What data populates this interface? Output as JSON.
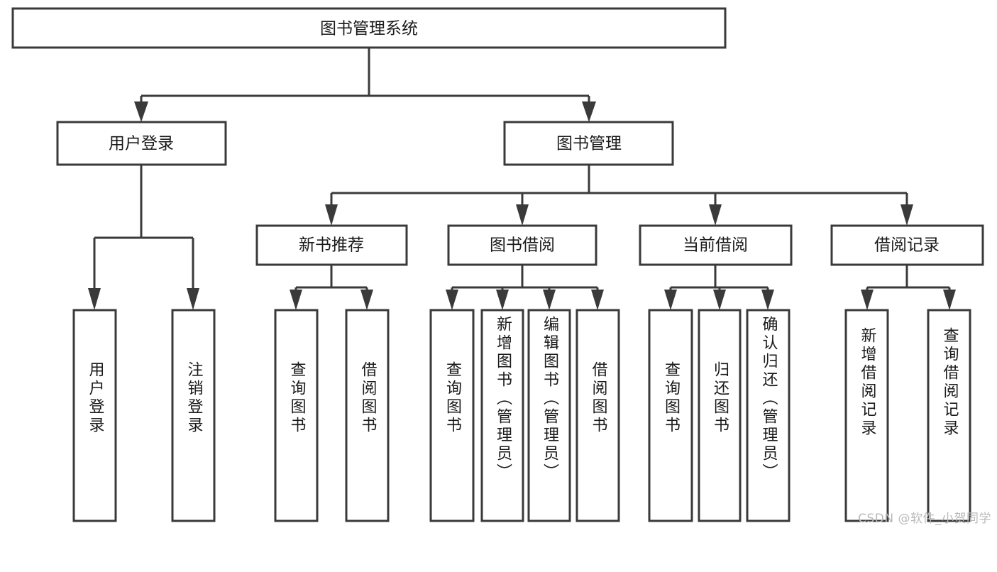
{
  "diagram": {
    "type": "tree",
    "title": "图书管理系统",
    "watermark": "CSDN @软件_小贺同学",
    "colors": {
      "box_fill": "#ffffff",
      "box_stroke": "#3a3a3a",
      "text": "#1a1a1a",
      "watermark": "#b9b9b9",
      "background": "#ffffff"
    },
    "root": {
      "label": "图书管理系统"
    },
    "level2": [
      {
        "label": "用户登录"
      },
      {
        "label": "图书管理"
      }
    ],
    "level3": [
      {
        "label": "新书推荐"
      },
      {
        "label": "图书借阅"
      },
      {
        "label": "当前借阅"
      },
      {
        "label": "借阅记录"
      }
    ],
    "leaves": {
      "user_login": [
        {
          "label": "用户登录"
        },
        {
          "label": "注销登录"
        }
      ],
      "new_book": [
        {
          "label": "查询图书"
        },
        {
          "label": "借阅图书"
        }
      ],
      "book_borrow": [
        {
          "label": "查询图书"
        },
        {
          "label": "新增图书（管理员）"
        },
        {
          "label": "编辑图书（管理员）"
        },
        {
          "label": "借阅图书"
        }
      ],
      "current_borrow": [
        {
          "label": "查询图书"
        },
        {
          "label": "归还图书"
        },
        {
          "label": "确认归还（管理员）"
        }
      ],
      "borrow_record": [
        {
          "label": "新增借阅记录"
        },
        {
          "label": "查询借阅记录"
        }
      ]
    }
  }
}
